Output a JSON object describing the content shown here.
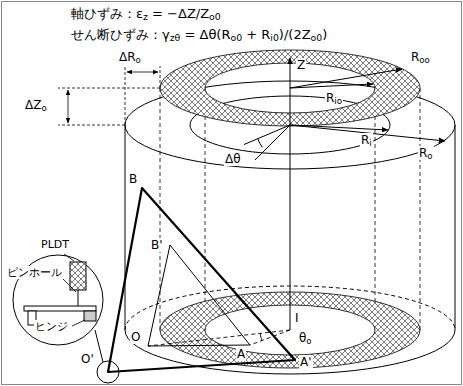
{
  "diagram": {
    "labels": [
      "軸ひずみ：εz = −ΔZ/Zo0",
      "せん断ひずみ：γzθ = Δθ(Ro0 + Ri0)/(2Zo0)",
      "ΔRo",
      "Roo",
      "Z",
      "ΔZo",
      "Rio",
      "Ri",
      "Ro",
      "Δθ",
      "B",
      "PLDT",
      "B'",
      "ピンホール",
      "I",
      "ヒンジ",
      "O",
      "θo",
      "A",
      "O'",
      "A'"
    ]
  }
}
